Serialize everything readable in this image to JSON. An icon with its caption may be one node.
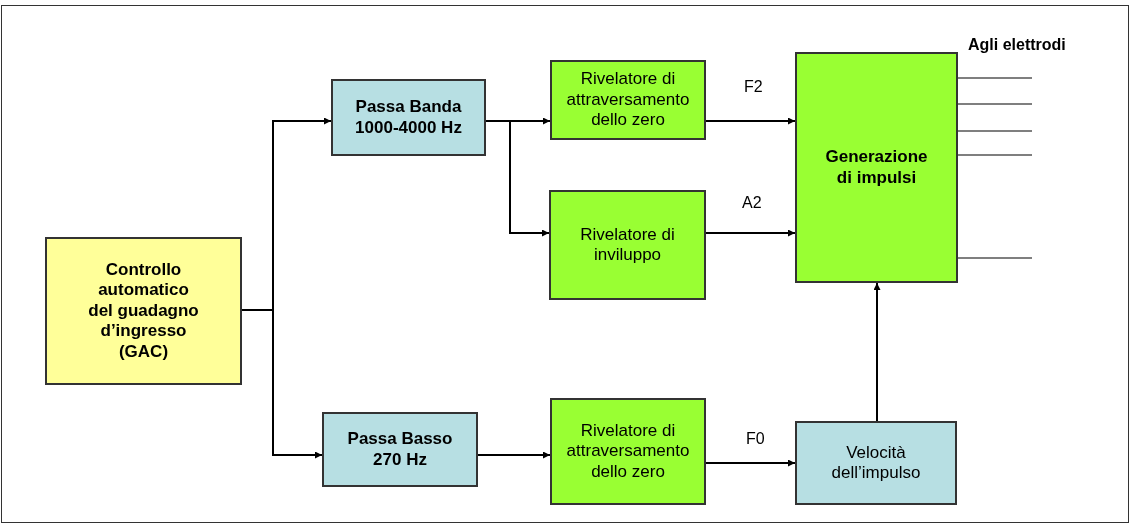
{
  "diagram": {
    "nodes": [
      {
        "text": [
          "Controllo automatico del guadagno d’ingresso (GAC)"
        ]
      },
      {
        "text": [
          "Passa Banda 1000-4000 Hz"
        ]
      },
      {
        "text": [
          "Passa Basso 270 Hz"
        ]
      },
      {
        "text": [
          "Rivelatore di attraversamento dello zero"
        ]
      },
      {
        "text": [
          "Rivelatore di inviluppo"
        ]
      },
      {
        "text": [
          "Rivelatore di attraversamento dello zero"
        ]
      },
      {
        "text": [
          "Generazione di impulsi"
        ]
      },
      {
        "text": [
          "Velocità dell’impulso"
        ]
      }
    ],
    "edges": [
      {
        "from": 0,
        "to": 1,
        "arrow": "to"
      },
      {
        "from": 0,
        "to": 2,
        "arrow": "to"
      },
      {
        "from": 1,
        "to": 3,
        "arrow": "to"
      },
      {
        "from": 1,
        "to": 4,
        "arrow": "to"
      },
      {
        "from": 2,
        "to": 5,
        "arrow": "to"
      },
      {
        "from": 3,
        "to": 6,
        "arrow": "to",
        "label": "F2"
      },
      {
        "from": 4,
        "to": 6,
        "arrow": "to",
        "label": "A2"
      },
      {
        "from": 5,
        "to": 7,
        "arrow": "to",
        "label": "F0"
      },
      {
        "from": 7,
        "to": 6,
        "arrow": "to"
      },
      {
        "from": 6,
        "to": null,
        "arrow": "none"
      },
      {
        "from": 6,
        "to": null,
        "arrow": "none"
      },
      {
        "from": 6,
        "to": null,
        "arrow": "none"
      },
      {
        "from": 6,
        "to": null,
        "arrow": "none"
      },
      {
        "from": 6,
        "to": null,
        "arrow": "none"
      }
    ],
    "labels": [
      "Agli elettrodi"
    ]
  }
}
